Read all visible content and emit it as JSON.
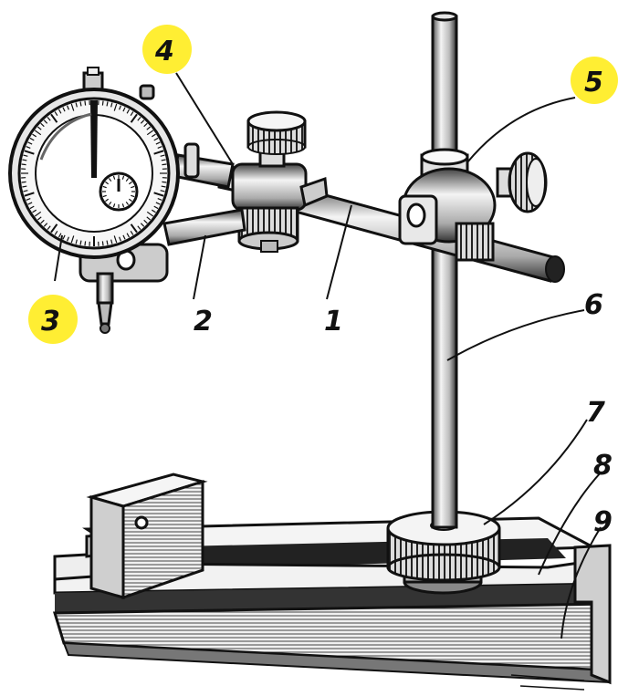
{
  "labels": {
    "l1": "1",
    "l2": "2",
    "l3": "3",
    "l4": "4",
    "l5": "5",
    "l6": "6",
    "l7": "7",
    "l8": "8",
    "l9": "9"
  },
  "colors": {
    "highlight": "#ffee33",
    "ink": "#111111",
    "metal_light": "#f2f2f2",
    "metal_mid": "#bdbdbd",
    "metal_dark": "#555555"
  }
}
